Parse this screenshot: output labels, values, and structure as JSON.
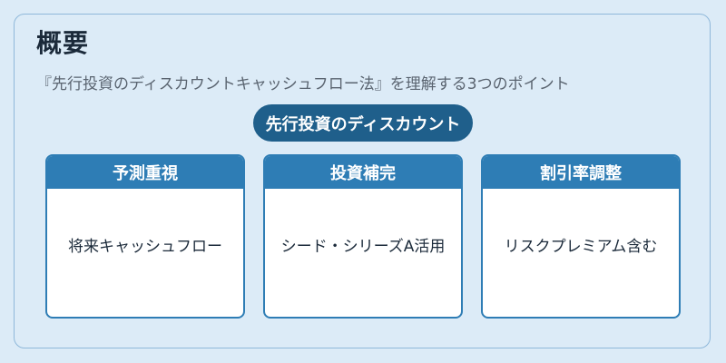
{
  "header": {
    "title": "概要",
    "subtitle": "『先行投資のディスカウントキャッシュフロー法』を理解する3つのポイント"
  },
  "center": {
    "label": "先行投資のディスカウント"
  },
  "cards": [
    {
      "title": "予測重視",
      "body": "将来キャッシュフロー"
    },
    {
      "title": "投資補完",
      "body": "シード・シリーズA活用"
    },
    {
      "title": "割引率調整",
      "body": "リスクプレミアム含む"
    }
  ],
  "colors": {
    "background": "#dcebf7",
    "panel_border": "#8fb8da",
    "pill": "#1f5f8b",
    "card_header": "#2e7db5",
    "card_body": "#ffffff"
  }
}
